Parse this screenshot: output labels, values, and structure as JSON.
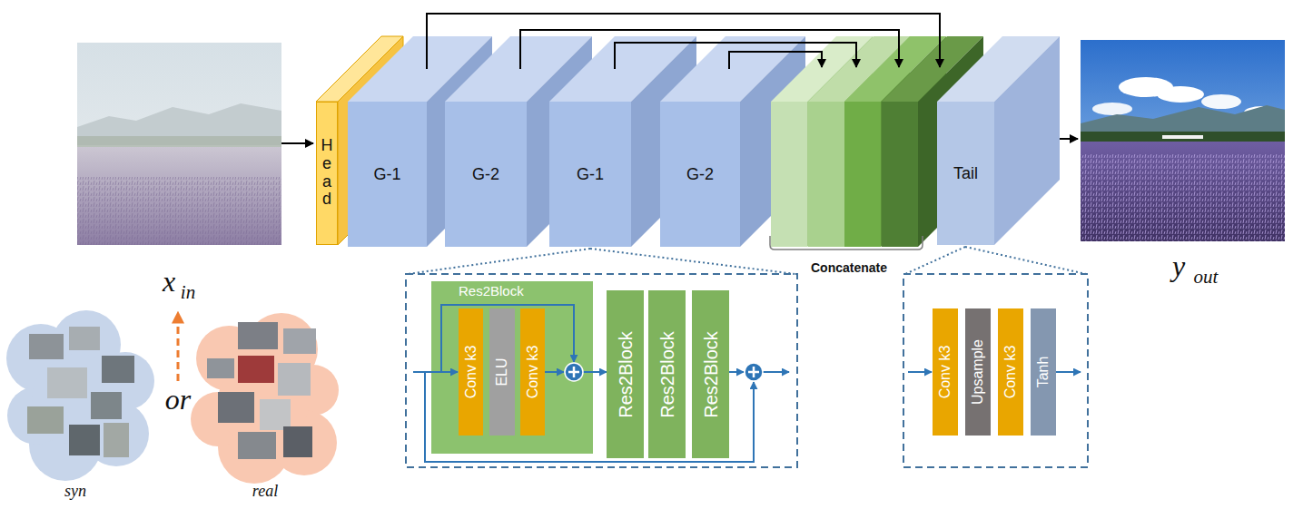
{
  "diagram": {
    "nodes": [
      {
        "text": [
          "Head"
        ]
      },
      {
        "text": [
          "G-1"
        ]
      },
      {
        "text": [
          "G-2"
        ]
      },
      {
        "text": [
          "G-1"
        ]
      },
      {
        "text": [
          "G-2"
        ]
      },
      {
        "text": [
          "Tail"
        ]
      },
      {
        "text": [
          "Res2Block"
        ]
      },
      {
        "text": [
          "Conv k3"
        ],
        "in": 6
      },
      {
        "text": [
          "ELU"
        ],
        "in": 6
      },
      {
        "text": [
          "Conv k3"
        ],
        "in": 6
      },
      {
        "text": [
          "Res2Block"
        ]
      },
      {
        "text": [
          "Res2Block"
        ]
      },
      {
        "text": [
          "Res2Block"
        ]
      },
      {
        "text": [
          "Conv k3"
        ]
      },
      {
        "text": [
          "Upsample"
        ]
      },
      {
        "text": [
          "Conv k3"
        ]
      },
      {
        "text": [
          "Tanh"
        ]
      }
    ],
    "edges": [
      {
        "from": 6,
        "to": 10,
        "arrow": "to"
      }
    ],
    "labels": [
      "Concatenate",
      "x",
      "in",
      "y",
      "out",
      "or",
      "syn",
      "real"
    ]
  }
}
